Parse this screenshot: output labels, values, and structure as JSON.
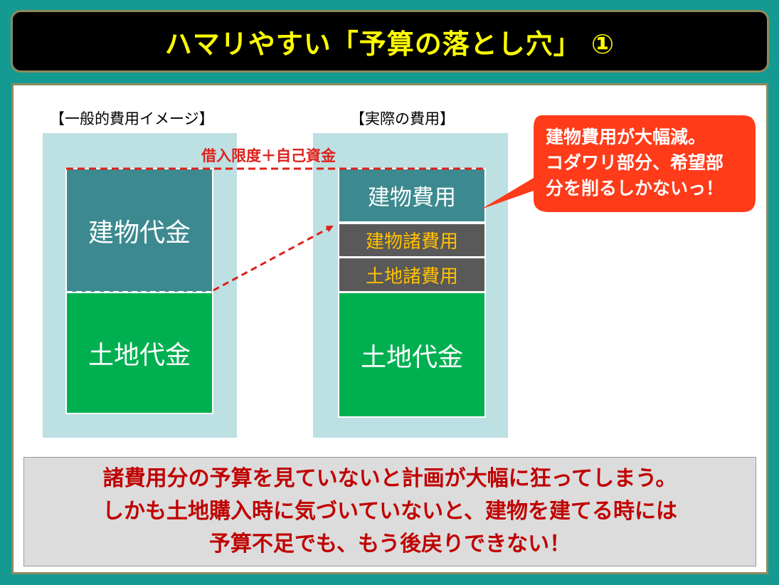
{
  "title": "ハマリやすい「予算の落とし穴」 ①",
  "left_panel": {
    "label": "【一般的費用イメージ】",
    "building": "建物代金",
    "land": "土地代金"
  },
  "right_panel": {
    "label": "【実際の費用】",
    "building": "建物費用",
    "building_misc": "建物諸費用",
    "land_misc": "土地諸費用",
    "land": "土地代金"
  },
  "limit_label": "借入限度＋自己資金",
  "callout": {
    "lines": [
      "建物費用が大幅減。",
      "コダワリ部分、希望部",
      "分を削るしかないっ！"
    ]
  },
  "bottom_note": {
    "lines": [
      "諸費用分の予算を見ていないと計画が大幅に狂ってしまう。",
      "しかも土地購入時に気づいていないと、建物を建てる時には",
      "予算不足でも、もう後戻りできない！"
    ]
  },
  "colors": {
    "frame": "#159a92",
    "title_text": "#ffff00",
    "building": "#3c8a8f",
    "land": "#00b050",
    "misc": "#595959",
    "misc_text": "#ffc000",
    "accent_red": "#e0201b",
    "callout": "#ff3b1a",
    "note_text": "#c00000"
  }
}
